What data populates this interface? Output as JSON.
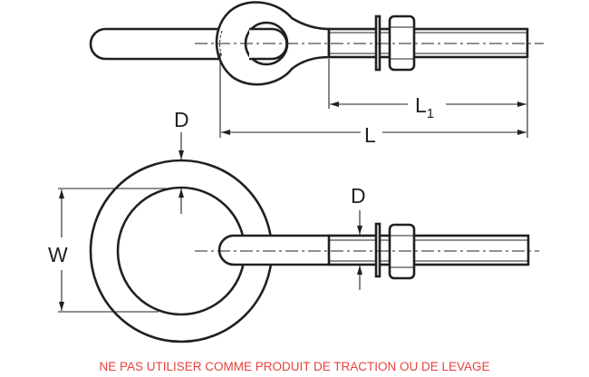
{
  "labels": {
    "length": "L",
    "thread_length": "L",
    "thread_length_sub": "1",
    "ring_diameter": "D",
    "rod_diameter": "D",
    "width": "W"
  },
  "warning": "NE PAS UTILISER COMME PRODUIT DE TRACTION OU DE LEVAGE",
  "colors": {
    "line": "#231f20",
    "warning": "#e8413c"
  }
}
